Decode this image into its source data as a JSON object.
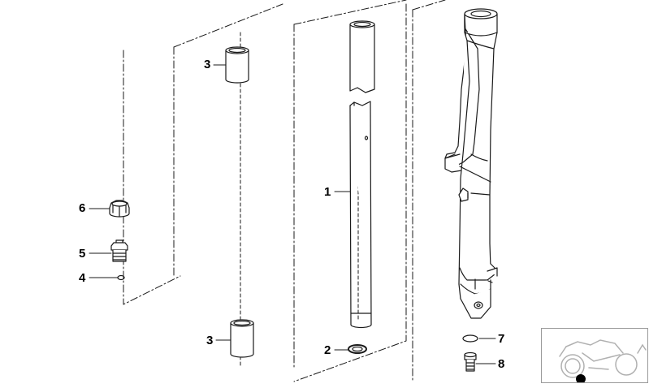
{
  "diagram": {
    "callouts": [
      {
        "id": "callout-1",
        "label": "1"
      },
      {
        "id": "callout-2",
        "label": "2"
      },
      {
        "id": "callout-3-top",
        "label": "3"
      },
      {
        "id": "callout-3-bottom",
        "label": "3"
      },
      {
        "id": "callout-4",
        "label": "4"
      },
      {
        "id": "callout-5",
        "label": "5"
      },
      {
        "id": "callout-6",
        "label": "6"
      },
      {
        "id": "callout-7",
        "label": "7"
      },
      {
        "id": "callout-8",
        "label": "8"
      }
    ]
  },
  "colors": {
    "line": "#1a1a1a",
    "fill": "#ffffff",
    "thumb_border": "#9a9a9a",
    "dot": "#000000"
  }
}
